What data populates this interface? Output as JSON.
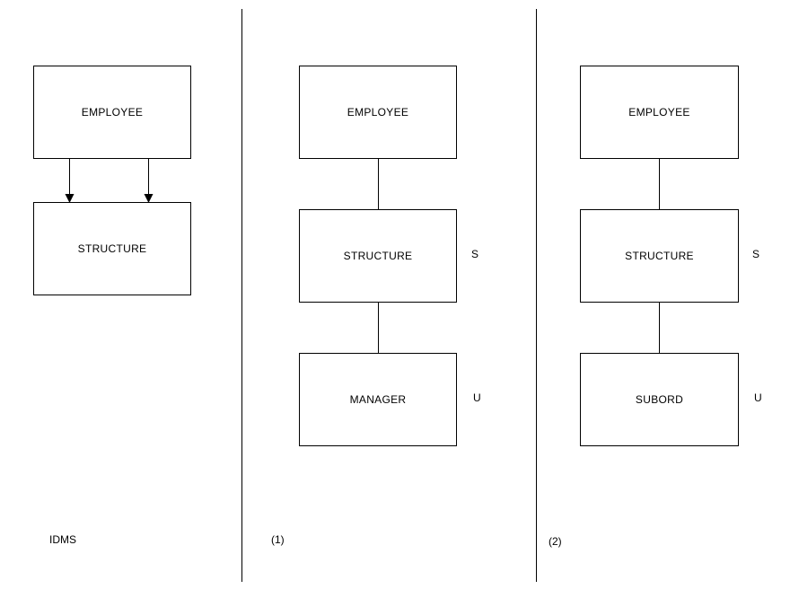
{
  "panels": {
    "idms": {
      "caption": "IDMS",
      "boxes": {
        "employee": "EMPLOYEE",
        "structure": "STRUCTURE"
      }
    },
    "view1": {
      "caption": "(1)",
      "boxes": {
        "employee": "EMPLOYEE",
        "structure": "STRUCTURE",
        "manager": "MANAGER"
      },
      "side_labels": {
        "structure": "S",
        "manager": "U"
      }
    },
    "view2": {
      "caption": "(2)",
      "boxes": {
        "employee": "EMPLOYEE",
        "structure": "STRUCTURE",
        "subord": "SUBORD"
      },
      "side_labels": {
        "structure": "S",
        "subord": "U"
      }
    }
  },
  "colors": {
    "line": "#000000",
    "background": "#ffffff"
  }
}
